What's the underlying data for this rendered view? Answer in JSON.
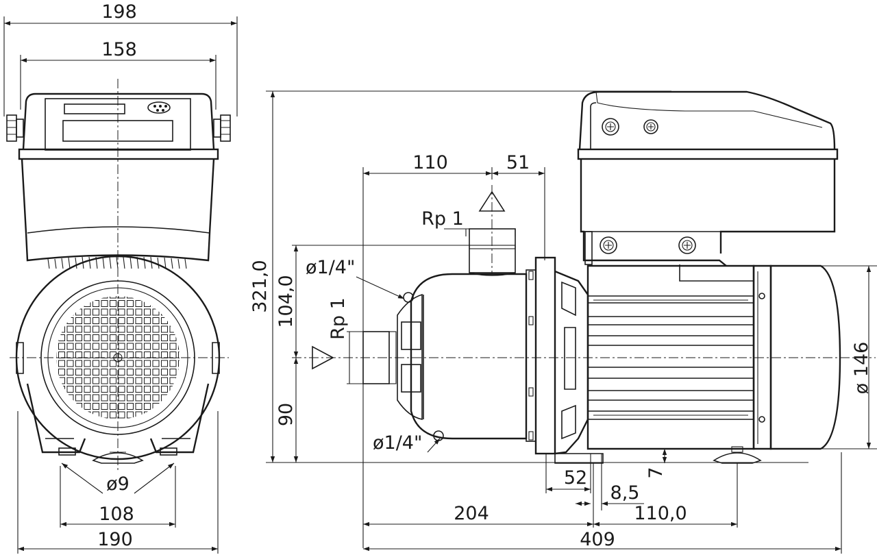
{
  "front_view": {
    "dims": {
      "width_overall": "198",
      "width_box": "158",
      "diameter_holes": "ø9",
      "foot_spacing": "108",
      "foot_width": "190"
    }
  },
  "side_view": {
    "dims": {
      "height_total": "321,0",
      "height_discharge": "104,0",
      "height_axis": "90",
      "inlet_to_axis": "110",
      "axis_to_flange": "51",
      "discharge_thread": "Rp 1",
      "suction_thread": "Rp 1",
      "gauge_port_top": "ø1/4\"",
      "gauge_port_bottom": "ø1/4\"",
      "motor_diameter": "ø 146",
      "foot_offset": "52",
      "foot_slot": "8,5",
      "foot_height": "7",
      "inlet_to_foot": "204",
      "foot_spacing": "110,0",
      "length_total": "409"
    }
  }
}
